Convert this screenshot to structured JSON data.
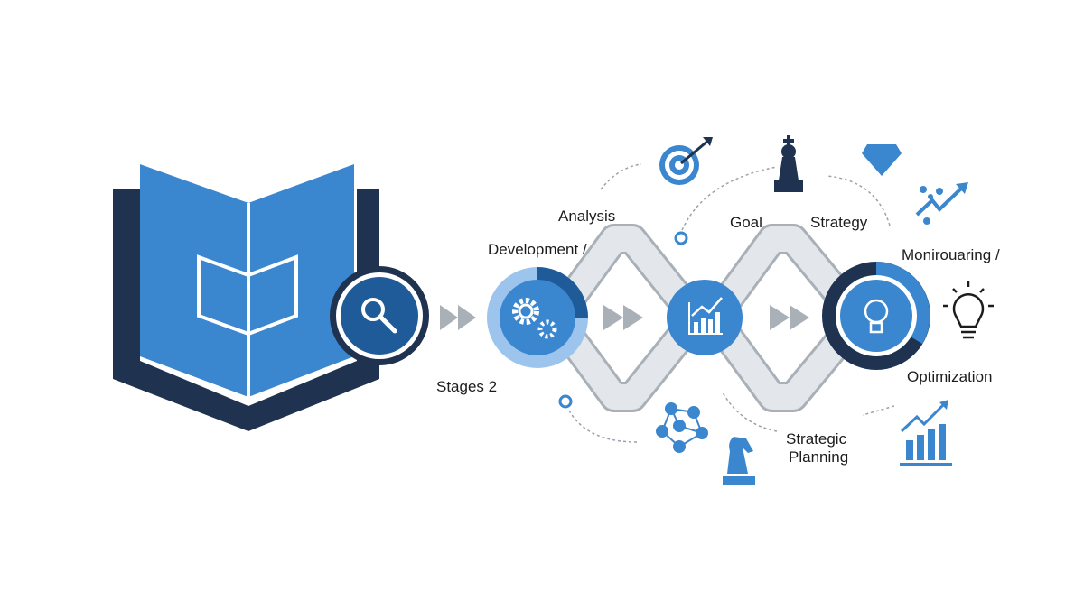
{
  "labels": {
    "analysis": "Analysis",
    "development": "Development /",
    "goal": "Goal",
    "strategy": "Strategy",
    "monitoring": "Monirouaring /",
    "optimization": "Optimization",
    "stages": "Stages 2",
    "strategic_planning_1": "Strategic",
    "strategic_planning_2": "Planning"
  },
  "colors": {
    "navy": "#1f3350",
    "blue": "#3a86cf",
    "light_blue": "#8ab8e6",
    "gray": "#a9b0b8",
    "band": "#dfe3e8"
  }
}
